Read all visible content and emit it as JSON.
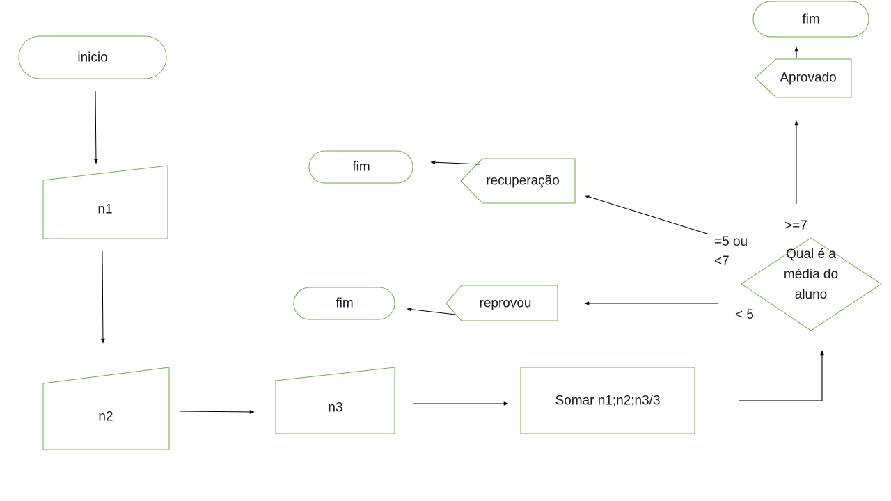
{
  "nodes": {
    "inicio": "inicio",
    "n1": "n1",
    "n2": "n2",
    "n3": "n3",
    "somar": "Somar n1;n2;n3/3",
    "decision": "Qual é a média do aluno",
    "aprovado": "Aprovado",
    "fim_top": "fim",
    "recuperacao": "recuperação",
    "fim_recuperacao": "fim",
    "reprovou": "reprovou",
    "fim_reprovou": "fim"
  },
  "edge_labels": {
    "approved": ">=7",
    "recovery": "=5 ou <7",
    "failed": "< 5"
  },
  "colors": {
    "node_stroke": "#70ad47",
    "arrow": "#000000",
    "text": "#1a1a1a"
  }
}
